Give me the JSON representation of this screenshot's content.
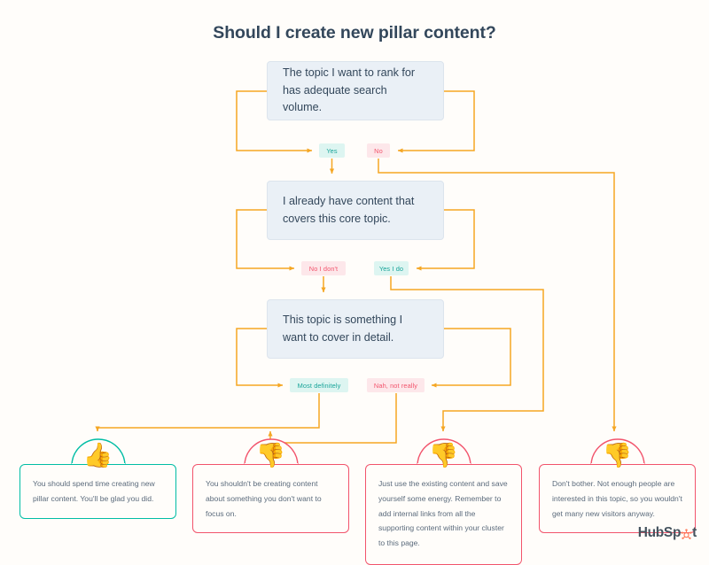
{
  "title": "Should I create new pillar content?",
  "colors": {
    "line": "#f5a623",
    "box_fill": "#eaf0f6",
    "box_text": "#33475b",
    "positive": "#00bda5",
    "negative": "#f2546c",
    "chip_yes_bg": "#ddf5f1",
    "chip_no_bg": "#fde7ea",
    "brand_orange": "#ff7a59",
    "logo_gray": "#45535e",
    "background": "#fffdfa"
  },
  "decisions": [
    {
      "id": "decision-1",
      "text": "The topic I want to rank for has adequate search volume."
    },
    {
      "id": "decision-2",
      "text": "I already have content that covers this core topic."
    },
    {
      "id": "decision-3",
      "text": "This topic is something I want to cover in detail."
    }
  ],
  "branches": [
    {
      "id": "chip-yes",
      "label": "Yes",
      "tone": "yes"
    },
    {
      "id": "chip-no",
      "label": "No",
      "tone": "no"
    },
    {
      "id": "chip-no-i-dont",
      "label": "No I don't",
      "tone": "no"
    },
    {
      "id": "chip-yes-i-do",
      "label": "Yes I do",
      "tone": "yes"
    },
    {
      "id": "chip-most-def",
      "label": "Most definitely",
      "tone": "yes"
    },
    {
      "id": "chip-nah",
      "label": "Nah, not really",
      "tone": "no"
    }
  ],
  "outcomes": [
    {
      "id": "outcome-1",
      "tone": "good",
      "icon": "thumbs-up-icon",
      "emoji": "👍",
      "text": "You should spend time creating new pillar content. You'll be glad you did."
    },
    {
      "id": "outcome-2",
      "tone": "bad",
      "icon": "thumbs-down-icon",
      "emoji": "👎",
      "text": "You shouldn't be creating content about something you don't want to focus on."
    },
    {
      "id": "outcome-3",
      "tone": "bad",
      "icon": "thumbs-down-icon",
      "emoji": "👎",
      "text": "Just use the existing content and save yourself some energy. Remember to add internal links from all the supporting content  within your cluster to this page."
    },
    {
      "id": "outcome-4",
      "tone": "bad",
      "icon": "thumbs-down-icon",
      "emoji": "👎",
      "text": "Don't bother. Not enough people are interested in this topic, so you wouldn't get many new visitors anyway."
    }
  ],
  "logo": {
    "text_before": "HubSp",
    "text_after": "t",
    "icon": "hubspot-sprocket-icon"
  }
}
